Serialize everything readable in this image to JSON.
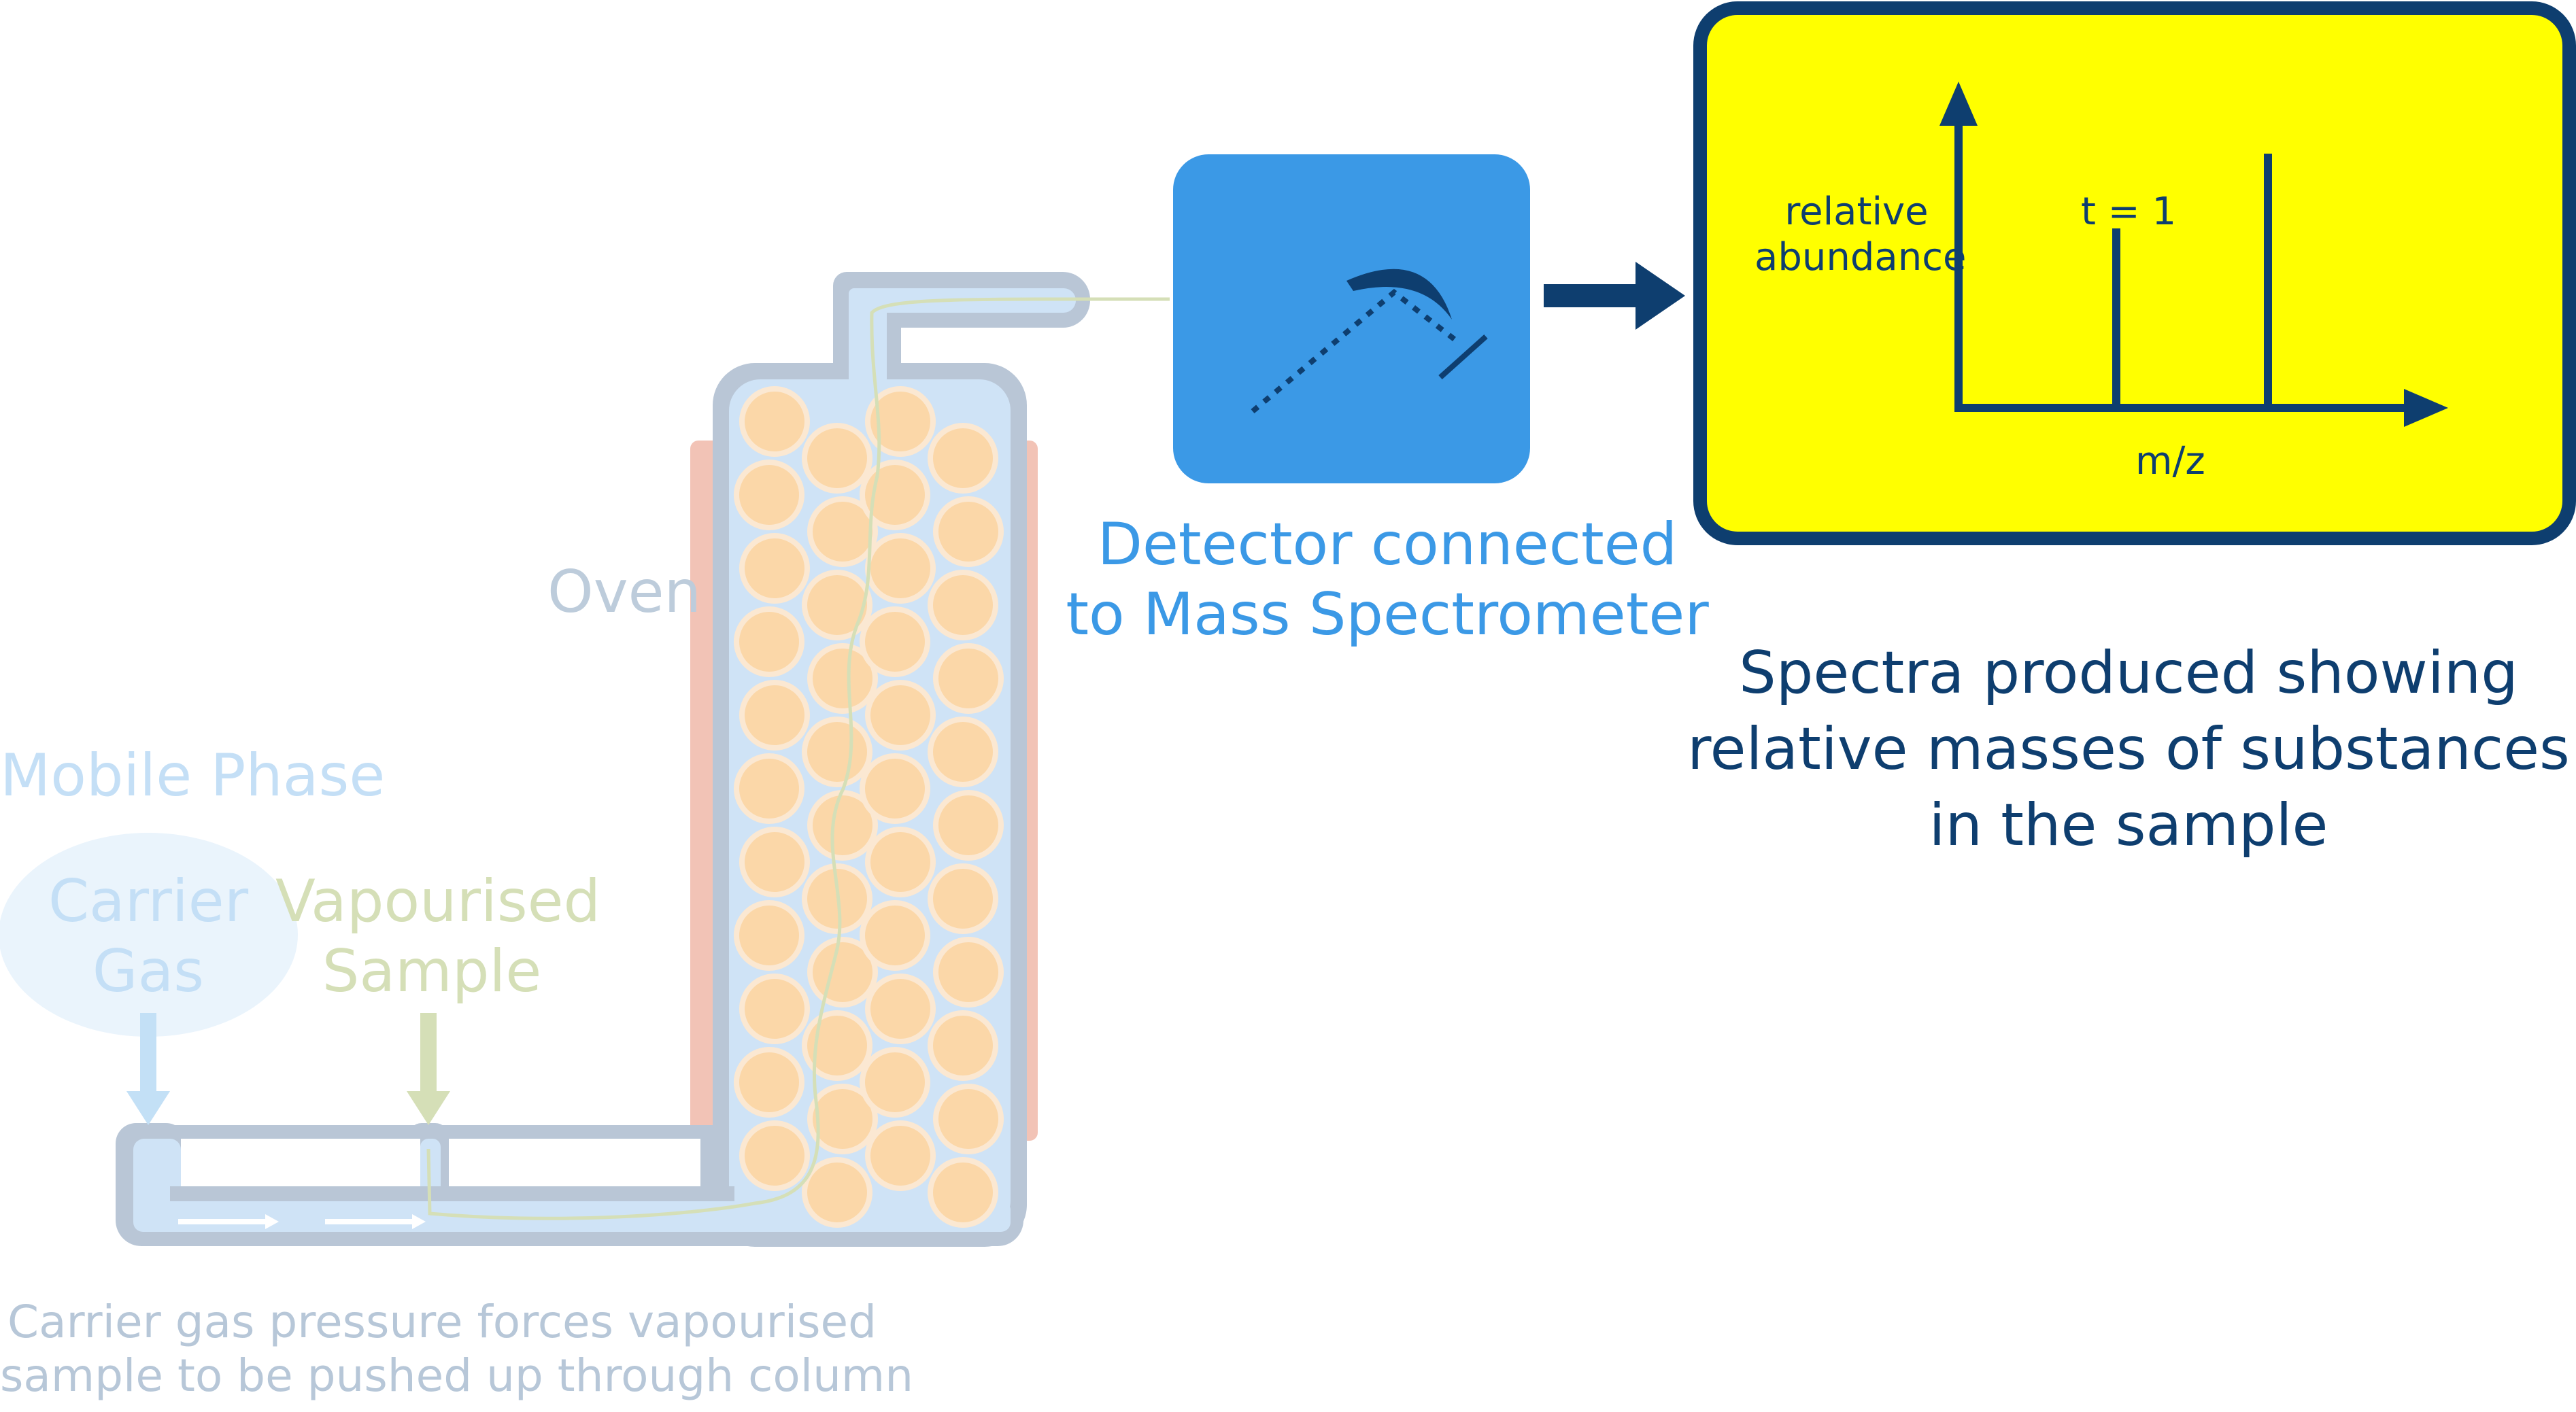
{
  "labels": {
    "mobile_phase": "Mobile Phase",
    "carrier_gas_line1": "Carrier",
    "carrier_gas_line2": "Gas",
    "vapourised_line1": "Vapourised",
    "vapourised_line2": "Sample",
    "oven": "Oven",
    "detector_line1": "Detector connected",
    "detector_line2": "to Mass Spectrometer",
    "spectra_line1": "Spectra produced showing",
    "spectra_line2": "relative  masses of substances",
    "spectra_line3": "in the sample",
    "caption_line1": "Carrier gas pressure forces vapourised",
    "caption_line2": "sample to be pushed up through column"
  },
  "spectrum": {
    "ylabel_line1": "relative",
    "ylabel_line2": "abundance",
    "xlabel": "m/z",
    "peak_label": "t = 1",
    "peaks": [
      {
        "name": "peak-1",
        "relative_height": 0.6
      },
      {
        "name": "peak-2",
        "relative_height": 0.85
      }
    ]
  },
  "colors": {
    "tube_outline": "#b9c6d6",
    "tube_fill": "#cfe3f6",
    "bead_fill": "#fbd7a8",
    "bead_edge": "#fbe8d2",
    "oven_heater": "#f2c3b6",
    "carrier_gas": "#c3e0f6",
    "mobile_phase_text": "#c4dff6",
    "vapour_sample": "#d5dfb7",
    "detector_fill": "#3b99e6",
    "detector_text": "#3b99e6",
    "dark_navy": "#0e3e6f",
    "screen_fill": "#ffff00",
    "oven_text": "#bdccdb",
    "caption_text": "#b7c7d8"
  },
  "icons": {
    "detector": "deflection-path-icon",
    "flow_arrow": "flow-arrow-icon",
    "output_arrow": "right-arrow-icon"
  }
}
